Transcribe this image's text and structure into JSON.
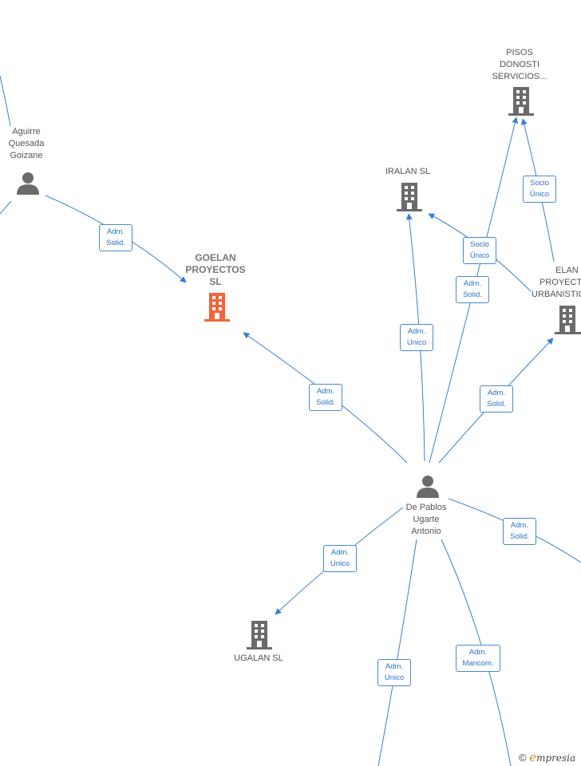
{
  "colors": {
    "edge": "#3a7fd0",
    "node_icon": "#6b6b6b",
    "focus_icon": "#f2643a",
    "badge_text": "#2a72c4"
  },
  "nodes": {
    "aguirre": {
      "lines": [
        "Aguirre",
        "Quesada",
        "Goizane"
      ],
      "icon": "person-icon"
    },
    "goelan": {
      "lines": [
        "GOELAN",
        "PROYECTOS",
        "SL"
      ],
      "icon": "building-icon"
    },
    "iralan": {
      "lines": [
        "IRALAN  SL"
      ],
      "icon": "building-icon"
    },
    "pisos": {
      "lines": [
        "PISOS",
        "DONOSTI",
        "SERVICIOS..."
      ],
      "icon": "building-icon"
    },
    "elan": {
      "lines": [
        "ELAN",
        "PROYECT",
        "URBANISTIC"
      ],
      "icon": "building-icon"
    },
    "depablos": {
      "lines": [
        "De Pablos",
        "Ugarte",
        "Antonio"
      ],
      "icon": "person-icon"
    },
    "ugalan": {
      "lines": [
        "UGALAN SL"
      ],
      "icon": "building-icon"
    }
  },
  "relations": {
    "aguirre_goelan": [
      "Adm.",
      "Solid."
    ],
    "depablos_goelan": [
      "Adm.",
      "Solid."
    ],
    "depablos_iralan": [
      "Adm.",
      "Unico"
    ],
    "elan_iralan": [
      "Socio",
      "Único"
    ],
    "depablos_pisos": [
      "Adm.",
      "Solid."
    ],
    "elan_pisos": [
      "Socio",
      "Único"
    ],
    "depablos_elan": [
      "Adm.",
      "Solid."
    ],
    "depablos_right": [
      "Adm.",
      "Solid."
    ],
    "depablos_ugalan": [
      "Adm.",
      "Unico"
    ],
    "depablos_down1": [
      "Adm.",
      "Unico"
    ],
    "depablos_down2": [
      "Adm.",
      "Mancom."
    ]
  },
  "footer": {
    "copyright": "©",
    "brand_initial": "e",
    "brand_rest": "mpresia"
  }
}
